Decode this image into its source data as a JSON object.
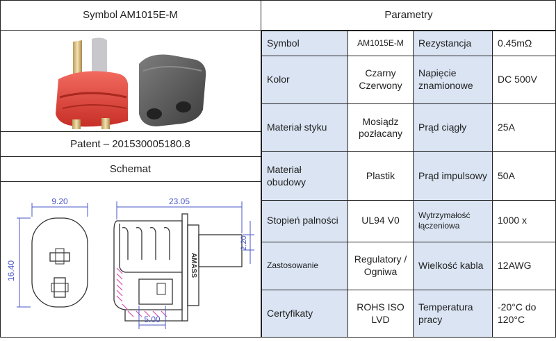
{
  "left": {
    "symbol_header": "Symbol  AM1015E-M",
    "patent": "Patent – 201530005180.8",
    "schematic_title": "Schemat",
    "dimensions": {
      "d1": "9.20",
      "d2": "23.05",
      "d3": "16.40",
      "d4": "2.20",
      "d5": "5.00"
    },
    "housing_text": "AMASS"
  },
  "right": {
    "header": "Parametry",
    "rows": [
      {
        "label1": "Symbol",
        "value1": "AM1015E-M",
        "label2": "Rezystancja",
        "value2": "0.45mΩ"
      },
      {
        "label1": "Kolor",
        "value1": "Czarny Czerwony",
        "label2": "Napięcie znamionowe",
        "value2": "DC 500V"
      },
      {
        "label1": "Materiał styku",
        "value1": "Mosiądz pozłacany",
        "label2": "Prąd ciągły",
        "value2": "25A"
      },
      {
        "label1": "Materiał obudowy",
        "value1": "Plastik",
        "label2": "Prąd impulsowy",
        "value2": "50A"
      },
      {
        "label1": "Stopień palności",
        "value1": "UL94 V0",
        "label2": "Wytrzymałość łączeniowa",
        "value2": "1000 x"
      },
      {
        "label1": "Zastosowanie",
        "value1": "Regulatory / Ogniwa",
        "label2": "Wielkość kabla",
        "value2": "12AWG"
      },
      {
        "label1": "Certyfikaty",
        "value1": "ROHS ISO LVD",
        "label2": "Temperatura pracy",
        "value2": "-20°C do 120°C"
      }
    ]
  },
  "colors": {
    "label_bg": "#dae4f3",
    "connector_red": "#e8453c",
    "connector_black": "#5b5b5b",
    "gold": "#e3c88a",
    "dim_blue": "#4a56c8",
    "hatch_pink": "#d84fb4"
  }
}
